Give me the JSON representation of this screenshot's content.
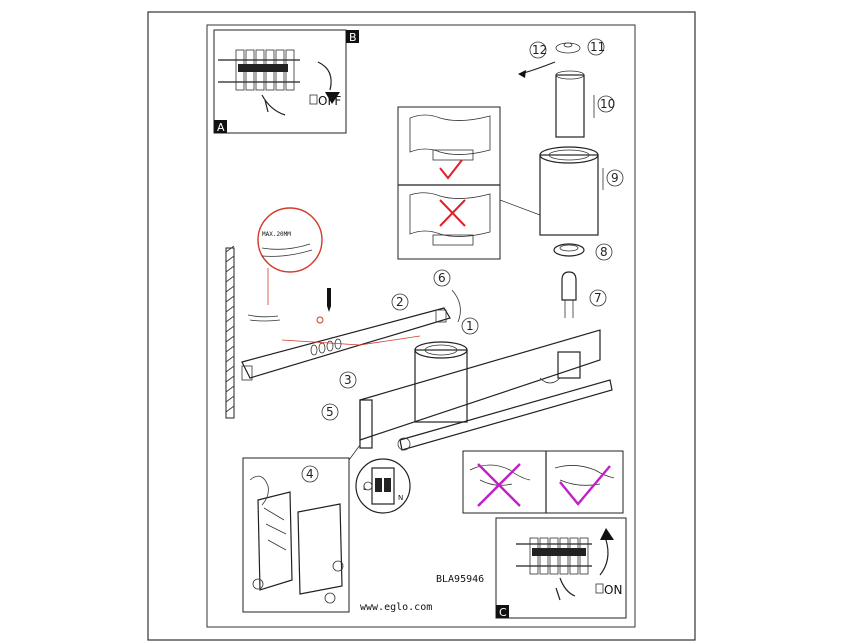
{
  "panels": {
    "A": {
      "letter": "A",
      "switch_text": "OFF"
    },
    "B": {
      "letter": "B"
    },
    "C": {
      "letter": "C",
      "switch_text": "ON"
    }
  },
  "steps": [
    "1",
    "2",
    "3",
    "4",
    "5",
    "6",
    "7",
    "8",
    "9",
    "10",
    "11",
    "12"
  ],
  "labels": {
    "max_wire": "MAX.20MM",
    "model_code": "BLA95946",
    "website": "www.eglo.com",
    "terminal_n": "N",
    "terminal_l": "L"
  },
  "colors": {
    "check": "#e0202a",
    "cross": "#e0202a",
    "detail_circle": "#d23a2a",
    "magenta_mark": "#c020c8"
  }
}
